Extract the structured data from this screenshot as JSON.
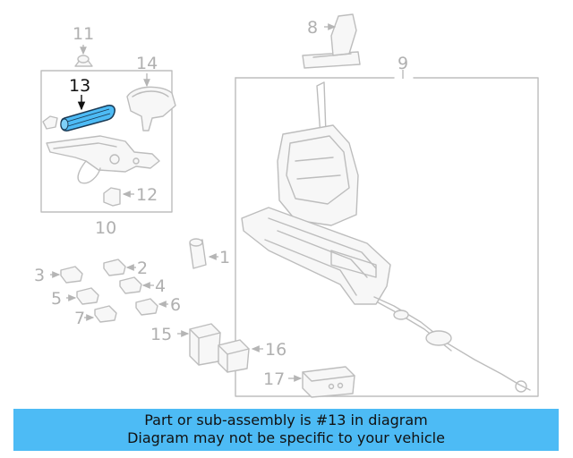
{
  "diagram": {
    "callouts": {
      "c1": "1",
      "c2": "2",
      "c3": "3",
      "c4": "4",
      "c5": "5",
      "c6": "6",
      "c7": "7",
      "c8": "8",
      "c9": "9",
      "c10": "10",
      "c11": "11",
      "c12": "12",
      "c13": "13",
      "c14": "14",
      "c15": "15",
      "c16": "16",
      "c17": "17"
    },
    "highlight_part": "13",
    "colors": {
      "highlight_fill": "#4dbbf5",
      "line": "#bdbdbd",
      "banner": "#4dbbf5"
    }
  },
  "banner": {
    "line1": "Part or sub-assembly is #13 in diagram",
    "line2": "Diagram may not be specific to your vehicle"
  }
}
